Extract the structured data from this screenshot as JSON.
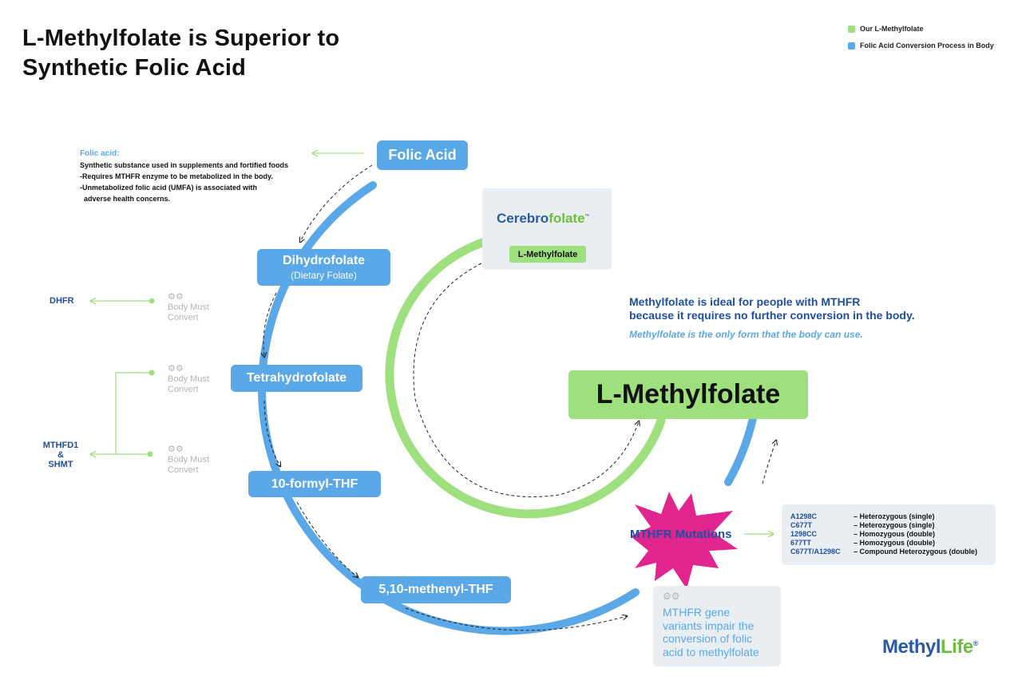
{
  "title": {
    "line1": "L-Methylfolate is Superior to",
    "line2": "Synthetic Folic Acid"
  },
  "legend": {
    "items": [
      {
        "label": "Our L-Methylfolate",
        "color": "#9fe07e"
      },
      {
        "label": "Folic Acid Conversion Process in Body",
        "color": "#5aa8e8"
      }
    ]
  },
  "steps": {
    "folic_acid": "Folic Acid",
    "dihydrofolate": "Dihydrofolate",
    "dihydrofolate_sub": "(Dietary Folate)",
    "tetrahydrofolate": "Tetrahydrofolate",
    "formyl": "10-formyl-THF",
    "methenyl": "5,10-methenyl-THF"
  },
  "folic_note": {
    "heading": "Folic acid:",
    "lines": [
      "Synthetic substance used in supplements and fortified foods",
      "-Requires MTHFR enzyme to be metabolized in the body.",
      "-Unmetabolized folic acid (UMFA) is associated with",
      "  adverse health concerns."
    ]
  },
  "enzymes": {
    "dhfr": "DHFR",
    "mthfd1_line1": "MTHFD1",
    "mthfd1_line2": "&",
    "mthfd1_line3": "SHMT"
  },
  "body_must_convert": {
    "line1": "Body Must",
    "line2": "Convert"
  },
  "cerebro": {
    "logo_part1": "Cerebro",
    "logo_part2": "folate",
    "tm": "™",
    "pill": "L-Methylfolate"
  },
  "message": {
    "headline_line1": "Methylfolate is ideal for people with MTHFR",
    "headline_line2": "because it requires no further conversion in the body.",
    "subline": "Methylfolate is the only form that the body can use."
  },
  "l_methylfolate": "L-Methylfolate",
  "mthfr": {
    "label": "MTHFR Mutations",
    "burst_color": "#e0258f",
    "mutations": [
      {
        "code": "A1298C",
        "type": "– Heterozygous (single)"
      },
      {
        "code": "C677T",
        "type": "– Heterozygous (single)"
      },
      {
        "code": "1298CC",
        "type": "– Homozygous (double)"
      },
      {
        "code": "677TT",
        "type": "– Homozygous (double)"
      },
      {
        "code": "C677T/A1298C",
        "type": "– Compound Heterozygous (double)"
      }
    ]
  },
  "gene_note": {
    "lines": [
      "MTHFR gene",
      "variants impair the",
      "conversion of folic",
      "acid to methylfolate"
    ]
  },
  "brand": {
    "part1": "Methyl",
    "part2": "Life",
    "reg": "®"
  },
  "colors": {
    "green": "#9fe07e",
    "blue": "#5aa8e8",
    "navy": "#1f4fa0",
    "magenta": "#e0258f",
    "gray": "#b4b4b4"
  }
}
